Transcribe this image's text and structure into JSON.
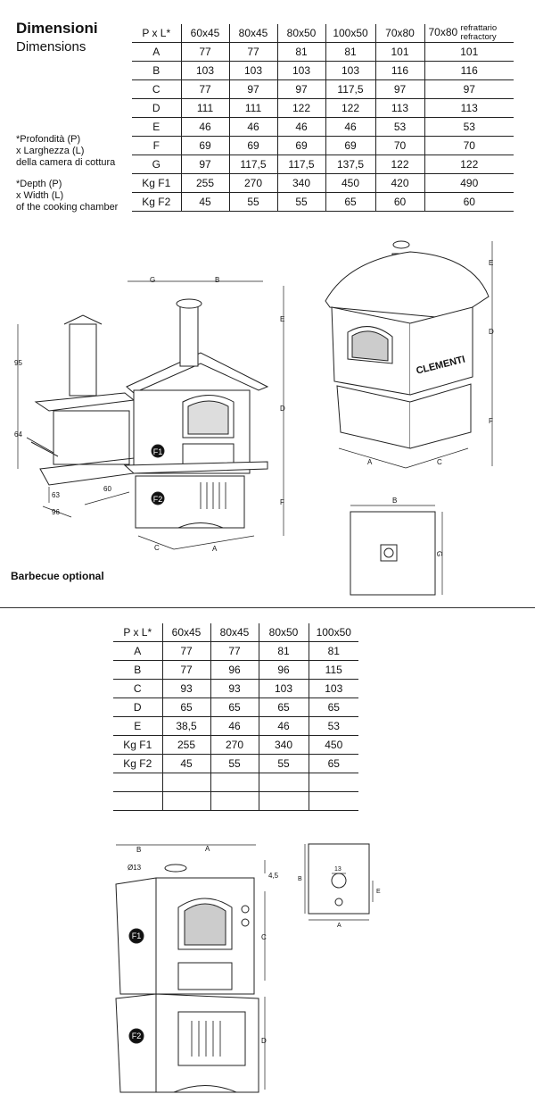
{
  "header": {
    "title": "Dimensioni",
    "subtitle": "Dimensions"
  },
  "notes": {
    "it": [
      "*Profondità (P)",
      "x Larghezza (L)",
      "della camera di cottura"
    ],
    "en": [
      "*Depth (P)",
      "x Width (L)",
      "of the cooking chamber"
    ]
  },
  "table1": {
    "head": [
      "P x L*",
      "60x45",
      "80x45",
      "80x50",
      "100x50",
      "70x80",
      "70x80"
    ],
    "head_extra": [
      "refrattario",
      "refractory"
    ],
    "rows": [
      [
        "A",
        "77",
        "77",
        "81",
        "81",
        "101",
        "101"
      ],
      [
        "B",
        "103",
        "103",
        "103",
        "103",
        "116",
        "116"
      ],
      [
        "C",
        "77",
        "97",
        "97",
        "117,5",
        "97",
        "97"
      ],
      [
        "D",
        "111",
        "111",
        "122",
        "122",
        "113",
        "113"
      ],
      [
        "E",
        "46",
        "46",
        "46",
        "46",
        "53",
        "53"
      ],
      [
        "F",
        "69",
        "69",
        "69",
        "69",
        "70",
        "70"
      ],
      [
        "G",
        "97",
        "117,5",
        "117,5",
        "137,5",
        "122",
        "122"
      ],
      [
        "Kg F1",
        "255",
        "270",
        "340",
        "450",
        "420",
        "490"
      ],
      [
        "Kg F2",
        "45",
        "55",
        "55",
        "65",
        "60",
        "60"
      ]
    ]
  },
  "figure1": {
    "labels": {
      "G": "G",
      "B": "B",
      "E": "E",
      "D": "D",
      "F": "F",
      "A": "A",
      "C": "C",
      "F1": "F1",
      "F2": "F2",
      "d95": "95",
      "d64": "64",
      "d63": "63",
      "d60": "60",
      "d96": "96"
    }
  },
  "figure2": {
    "labels": {
      "E": "E",
      "D": "D",
      "F": "F",
      "A": "A",
      "C": "C",
      "brand": "CLEMENTI"
    }
  },
  "figure3": {
    "labels": {
      "B": "B",
      "G": "G"
    }
  },
  "barbecue_label": "Barbecue optional",
  "table2": {
    "head": [
      "P x L*",
      "60x45",
      "80x45",
      "80x50",
      "100x50"
    ],
    "rows": [
      [
        "A",
        "77",
        "77",
        "81",
        "81"
      ],
      [
        "B",
        "77",
        "96",
        "96",
        "115"
      ],
      [
        "C",
        "93",
        "93",
        "103",
        "103"
      ],
      [
        "D",
        "65",
        "65",
        "65",
        "65"
      ],
      [
        "E",
        "38,5",
        "46",
        "46",
        "53"
      ],
      [
        "Kg F1",
        "255",
        "270",
        "340",
        "450"
      ],
      [
        "Kg F2",
        "45",
        "55",
        "55",
        "65"
      ],
      [
        "",
        "",
        "",
        "",
        ""
      ],
      [
        "",
        "",
        "",
        "",
        ""
      ]
    ]
  },
  "figure4": {
    "labels": {
      "B": "B",
      "A": "A",
      "dia": "Ø13",
      "d45": "4,5",
      "C": "C",
      "D": "D",
      "F1": "F1",
      "F2": "F2"
    }
  },
  "figure5": {
    "labels": {
      "B": "B",
      "A": "A",
      "E": "E",
      "d13": "13"
    }
  }
}
